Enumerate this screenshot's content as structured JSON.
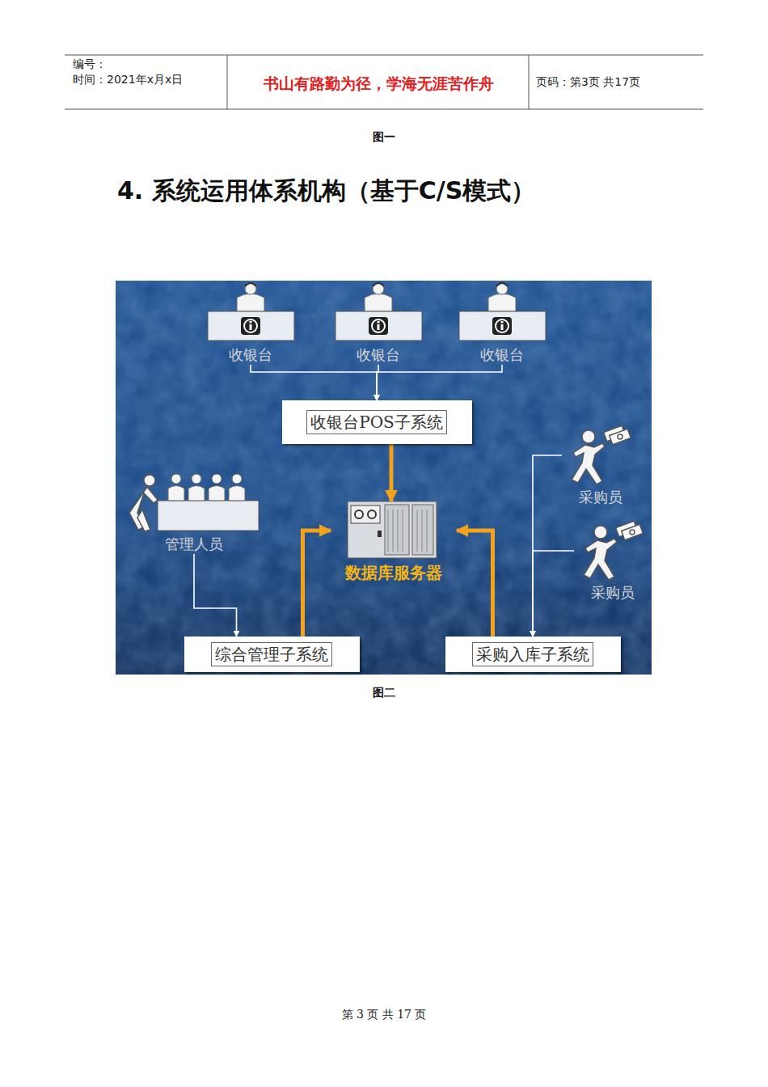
{
  "diagram": {
    "title": "4. 系统运用体系机构（基于C/S模式）",
    "caption": "图二",
    "nodes": [
      {
        "text": [
          "收银台"
        ]
      },
      {
        "text": [
          "收银台"
        ]
      },
      {
        "text": [
          "收银台"
        ]
      },
      {
        "text": [
          "收银台POS子系统"
        ]
      },
      {
        "text": [
          "采购员"
        ]
      },
      {
        "text": [
          "管理人员"
        ]
      },
      {
        "text": [
          "数据库服务器"
        ]
      },
      {
        "text": [
          "采购员"
        ]
      },
      {
        "text": [
          "综合管理子系统"
        ]
      },
      {
        "text": [
          "采购入库子系统"
        ]
      }
    ],
    "edges": [
      {
        "from": 0,
        "to": 3,
        "arrow": "to"
      },
      {
        "from": 1,
        "to": 3,
        "arrow": "to"
      },
      {
        "from": 2,
        "to": 3,
        "arrow": "to"
      },
      {
        "from": 3,
        "to": 6,
        "arrow": "to"
      },
      {
        "from": 5,
        "to": 8,
        "arrow": "to"
      },
      {
        "from": 8,
        "to": 6,
        "arrow": "to"
      },
      {
        "from": 9,
        "to": 6,
        "arrow": "to"
      },
      {
        "from": 4,
        "to": 9,
        "arrow": "to"
      },
      {
        "from": 7,
        "to": 9,
        "arrow": "to"
      }
    ],
    "labels": [
      "编号：",
      "时间：2021年x月x日",
      "书山有路勤为径，学海无涯苦作舟",
      "页码：第3页 共17页",
      "图一",
      "第 3 页 共 17 页"
    ]
  }
}
